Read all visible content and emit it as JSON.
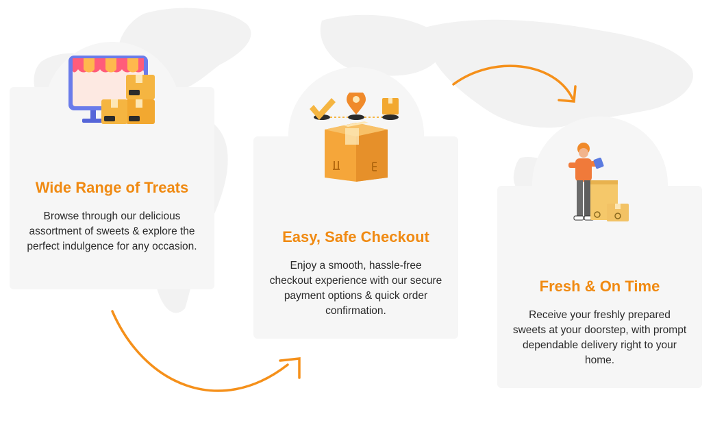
{
  "colors": {
    "accent": "#f08a12",
    "card_bg": "#f6f6f6",
    "map": "#f2f2f2",
    "text": "#2a2a2a"
  },
  "steps": [
    {
      "title": "Wide Range of Treats",
      "description": "Browse through our delicious assortment of sweets & explore the perfect indulgence for any occasion.",
      "icon": "storefront-boxes-icon"
    },
    {
      "title": "Easy, Safe Checkout",
      "description": "Enjoy a smooth, hassle-free checkout experience with our secure payment options & quick order confirmation.",
      "icon": "package-tracking-icon"
    },
    {
      "title": "Fresh & On Time",
      "description": "Receive your freshly prepared sweets at your doorstep, with prompt dependable delivery right to your home.",
      "icon": "delivery-person-icon"
    }
  ]
}
